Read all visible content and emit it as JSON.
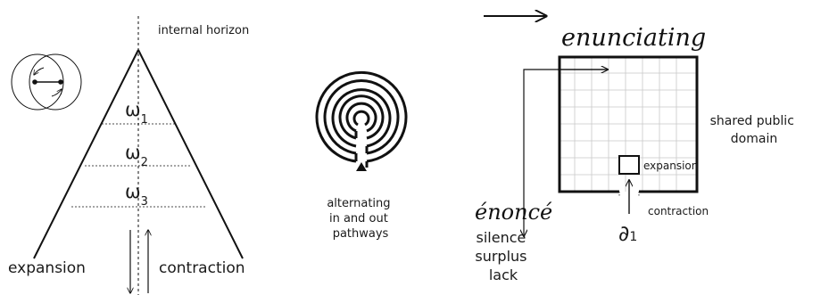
{
  "horizon_label": "internal horizon",
  "levels": [
    {
      "symbol": "ω",
      "sub": "1"
    },
    {
      "symbol": "ω",
      "sub": "2"
    },
    {
      "symbol": "ω",
      "sub": "3"
    }
  ],
  "expansion_label": "expansion",
  "contraction_label": "contraction",
  "labyrinth_caption": [
    "alternating",
    "in and out",
    "pathways"
  ],
  "enunciating_label": "enunciating",
  "enonce_label": "énoncé",
  "enonce_notes": [
    "silence",
    "surplus",
    "lack"
  ],
  "shared_label": [
    "shared public",
    "domain"
  ],
  "grid_expansion_label": "expansion",
  "grid_contraction_label": "contraction",
  "boundary_symbol": "∂",
  "boundary_sub": "1"
}
